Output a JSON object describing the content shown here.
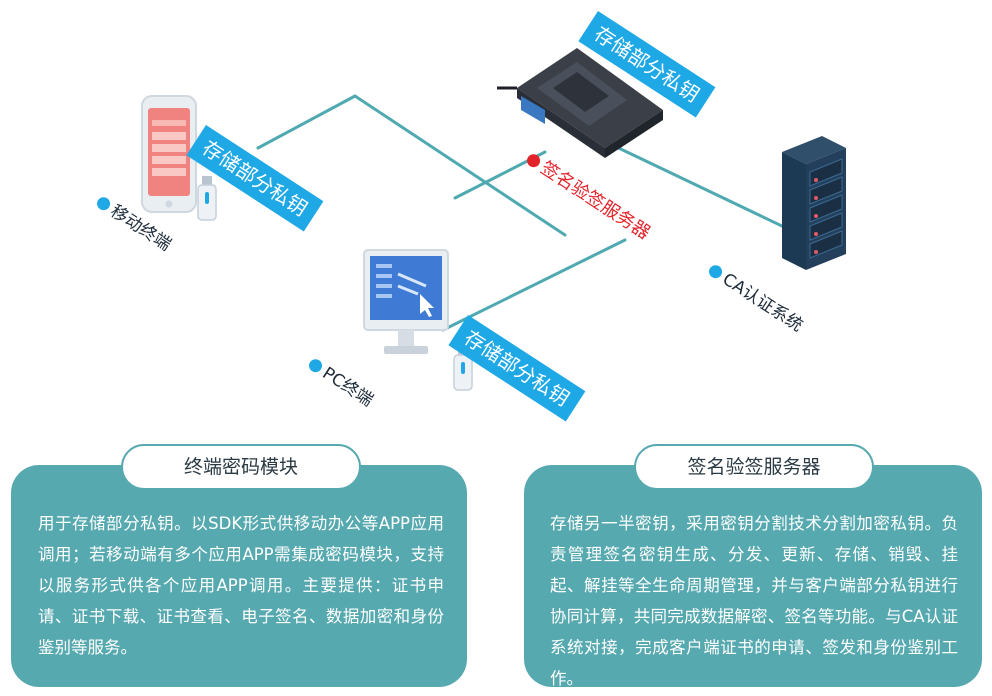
{
  "labels": {
    "ribbon_mobile": "存储部分私钥",
    "ribbon_server": "存储部分私钥",
    "ribbon_pc": "存储部分私钥",
    "tag_mobile": "移动终端",
    "tag_server": "签名验签服务器",
    "tag_ca": "CA认证系统",
    "tag_pc": "PC终端"
  },
  "panels": {
    "left": {
      "title": "终端密码模块",
      "body": "用于存储部分私钥。以SDK形式供移动办公等APP应用调用；若移动端有多个应用APP需集成密码模块，支持以服务形式供各个应用APP调用。主要提供：证书申请、证书下载、证书查看、电子签名、数据加密和身份鉴别等服务。"
    },
    "right": {
      "title": "签名验签服务器",
      "body": "存储另一半密钥，采用密钥分割技术分割加密私钥。负责管理签名密钥生成、分发、更新、存储、销毁、挂起、解挂等全生命周期管理，并与客户端部分私钥进行协同计算，共同完成数据解密、签名等功能。与CA认证系统对接，完成客户端证书的申请、签发和身份鉴别工作。"
    }
  },
  "colors": {
    "accent": "#1fa8e6",
    "line": "#4fa9b1",
    "panel": "#57a9b0",
    "alert": "#e3232a"
  },
  "icons": [
    "mobile-phone-icon",
    "usb-key-icon",
    "server-box-icon",
    "server-rack-icon",
    "pc-monitor-icon"
  ]
}
